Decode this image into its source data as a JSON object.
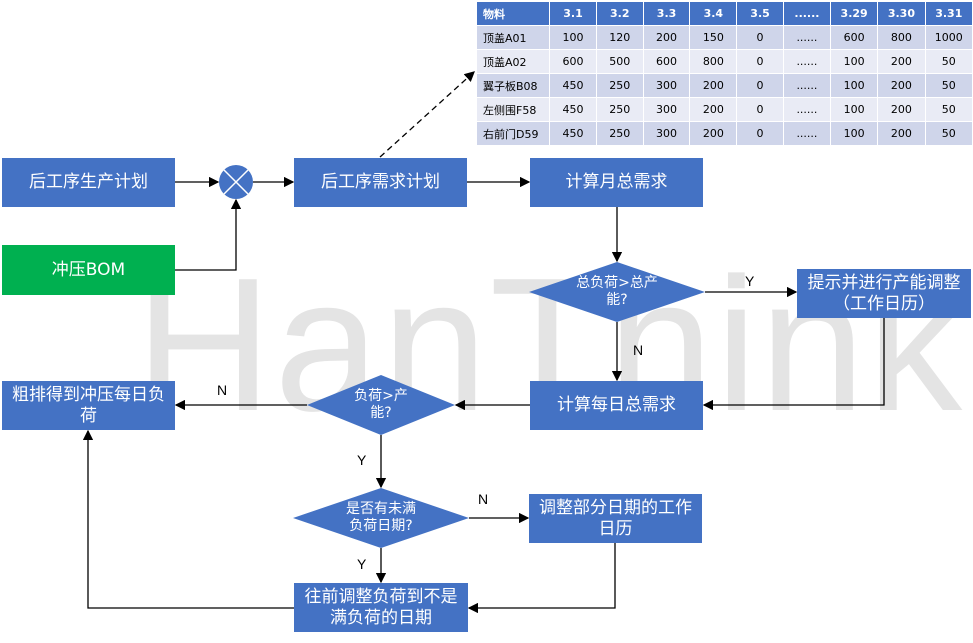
{
  "watermark": "HanThink",
  "table": {
    "headers": [
      "物料",
      "3.1",
      "3.2",
      "3.3",
      "3.4",
      "3.5",
      "......",
      "3.29",
      "3.30",
      "3.31"
    ],
    "rows": [
      [
        "顶盖A01",
        "100",
        "120",
        "200",
        "150",
        "0",
        "......",
        "600",
        "800",
        "1000"
      ],
      [
        "顶盖A02",
        "600",
        "500",
        "600",
        "800",
        "0",
        "......",
        "100",
        "200",
        "50"
      ],
      [
        "翼子板B08",
        "450",
        "250",
        "300",
        "200",
        "0",
        "......",
        "100",
        "200",
        "50"
      ],
      [
        "左侧围F58",
        "450",
        "250",
        "300",
        "200",
        "0",
        "......",
        "100",
        "200",
        "50"
      ],
      [
        "右前门D59",
        "450",
        "250",
        "300",
        "200",
        "0",
        "......",
        "100",
        "200",
        "50"
      ]
    ]
  },
  "nodes": {
    "downstream_plan": "后工序生产计划",
    "stamping_bom": "冲压BOM",
    "downstream_demand": "后工序需求计划",
    "monthly_demand": "计算月总需求",
    "total_load_check": "总负荷>总产能?",
    "capacity_adjust": "提示并进行产能调整（工作日历）",
    "daily_demand": "计算每日总需求",
    "load_check": "负荷>产能?",
    "rough_schedule": "粗排得到冲压每日负荷",
    "underload_check": "是否有未满负荷日期?",
    "adjust_calendar": "调整部分日期的工作日历",
    "shift_load": "往前调整负荷到不是满负荷的日期"
  },
  "labels": {
    "y1": "Y",
    "n1": "N",
    "n2": "N",
    "y2": "Y",
    "n3": "N",
    "y3": "Y"
  }
}
